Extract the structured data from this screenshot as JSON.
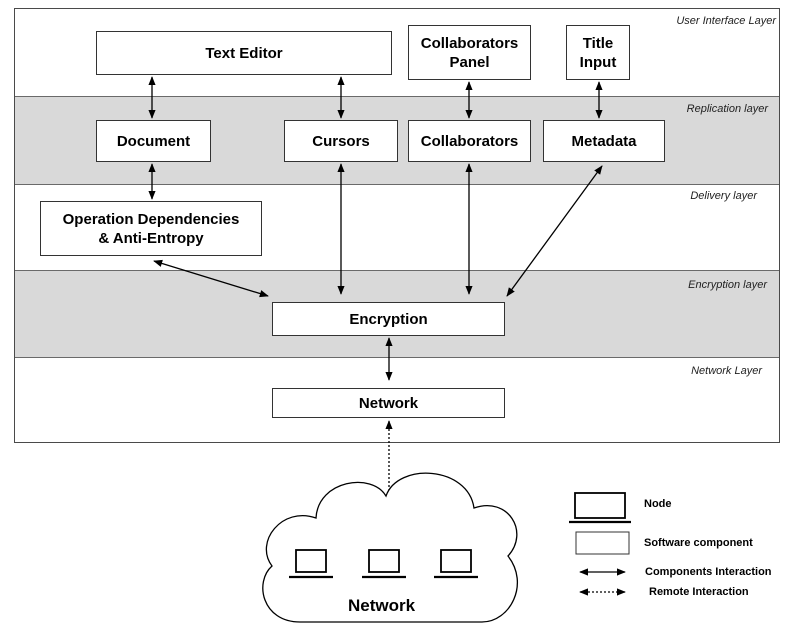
{
  "layers": {
    "user_interface": "User Interface Layer",
    "replication": "Replication layer",
    "delivery": "Delivery layer",
    "encryption": "Encryption layer",
    "network": "Network Layer"
  },
  "components": {
    "text_editor": "Text Editor",
    "collaborators_panel_line1": "Collaborators",
    "collaborators_panel_line2": "Panel",
    "title_input_line1": "Title",
    "title_input_line2": "Input",
    "document": "Document",
    "cursors": "Cursors",
    "collaborators": "Collaborators",
    "metadata": "Metadata",
    "op_deps_line1": "Operation Dependencies",
    "op_deps_line2": "& Anti-Entropy",
    "encryption": "Encryption",
    "network": "Network"
  },
  "cloud": {
    "label": "Network"
  },
  "legend": {
    "node": "Node",
    "software_component": "Software component",
    "components_interaction": "Components Interaction",
    "remote_interaction": "Remote Interaction"
  },
  "colors": {
    "shaded_layer": "#d9d9d9",
    "border": "#333333"
  }
}
